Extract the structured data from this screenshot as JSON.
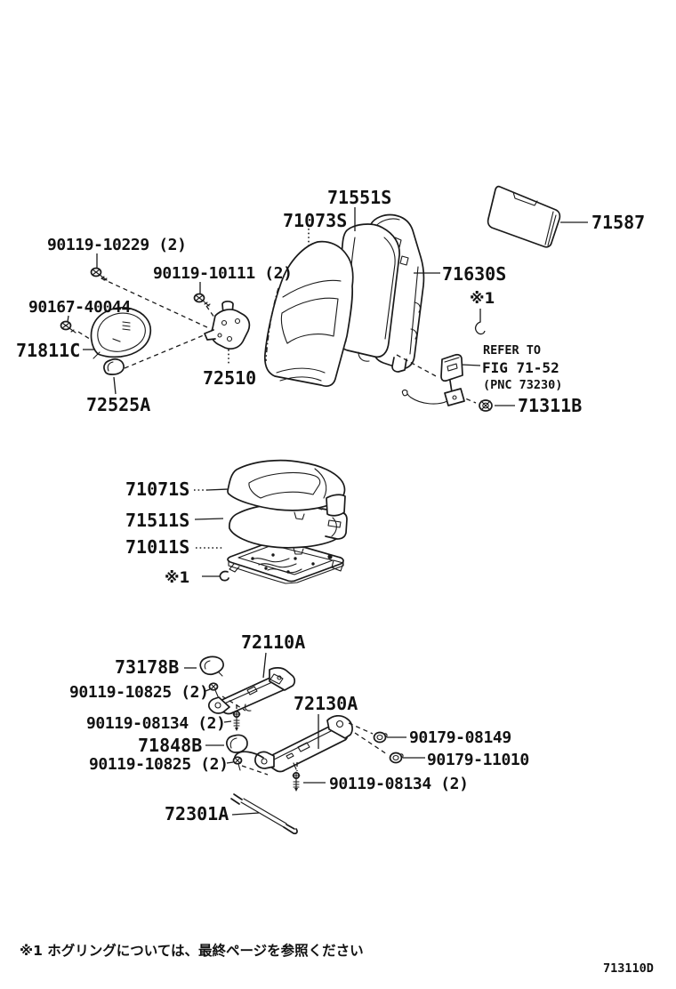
{
  "diagram": {
    "figure_code": "713110D",
    "footnote": "※1  ホグリングについては、最終ページを参照ください",
    "labels": {
      "seat_back_pad": "71551S",
      "seat_back_cover": "71073S",
      "seat_back_board": "71587",
      "screw_upper": "90119-10229 (2)",
      "screw_inner": "90119-10111 (2)",
      "screw_shield": "90167-40044",
      "shield": "71811C",
      "adjuster_handle": "72510",
      "hole_cap": "72525A",
      "seat_back_frame": "71630S",
      "asterisk_top": "※1",
      "refer_line1": "REFER TO",
      "refer_line2": "FIG 71-52",
      "refer_line3": "(PNC 73230)",
      "belt_anchor_bolt": "71311B",
      "cushion_cover": "71071S",
      "cushion_pad": "71511S",
      "cushion_frame": "71011S",
      "asterisk_mid": "※1",
      "track_inner": "72110A",
      "track_clip": "73178B",
      "track_screw_a": "90119-10825 (2)",
      "track_bolt_a": "90119-08134 (2)",
      "track_outer": "72130A",
      "track_cover": "71848B",
      "track_screw_b": "90119-10825 (2)",
      "nut_a": "90179-08149",
      "nut_b": "90179-11010",
      "track_bolt_b": "90119-08134 (2)",
      "spring_wire": "72301A"
    }
  }
}
